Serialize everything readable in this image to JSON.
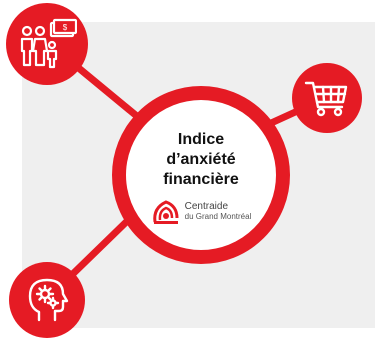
{
  "diagram": {
    "center": {
      "title_line1": "Indice",
      "title_line2": "d’anxiété",
      "title_line3": "financière"
    },
    "logo": {
      "name": "Centraide",
      "subline": "du Grand Montréal"
    },
    "nodes": [
      {
        "icon": "family-money-icon"
      },
      {
        "icon": "shopping-cart-icon"
      },
      {
        "icon": "head-gears-icon"
      }
    ],
    "colors": {
      "accent": "#e51b24",
      "panel": "#efefef",
      "hub_fill": "#ffffff"
    }
  }
}
